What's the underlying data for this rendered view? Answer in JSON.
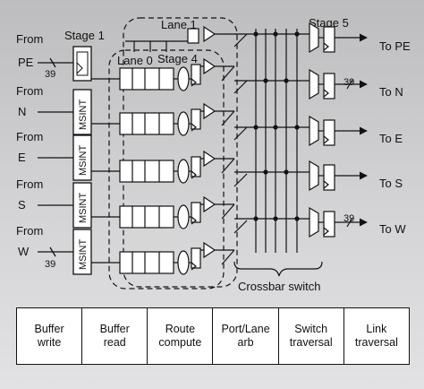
{
  "inputs": [
    {
      "from": "From",
      "port": "PE"
    },
    {
      "from": "From",
      "port": "N"
    },
    {
      "from": "From",
      "port": "E"
    },
    {
      "from": "From",
      "port": "S"
    },
    {
      "from": "From",
      "port": "W"
    }
  ],
  "outputs": [
    "To PE",
    "To N",
    "To E",
    "To S",
    "To W"
  ],
  "bus_width_label": "39",
  "msint_label": "MSINT",
  "stage_labels": {
    "stage1": "Stage 1",
    "stage4": "Stage 4",
    "stage5": "Stage 5"
  },
  "lane_labels": {
    "lane0": "Lane 0",
    "lane1": "Lane 1"
  },
  "crossbar_label": "Crossbar switch",
  "pipeline": [
    {
      "line1": "Buffer",
      "line2": "write"
    },
    {
      "line1": "Buffer",
      "line2": "read"
    },
    {
      "line1": "Route",
      "line2": "compute"
    },
    {
      "line1": "Port/Lane",
      "line2": "arb"
    },
    {
      "line1": "Switch",
      "line2": "traversal"
    },
    {
      "line1": "Link",
      "line2": "traversal"
    }
  ],
  "colors": {
    "ink": "#111111",
    "box_fill": "#ffffff",
    "panel_top": "#bdbdbf",
    "panel_bottom": "#e2e2e4"
  }
}
